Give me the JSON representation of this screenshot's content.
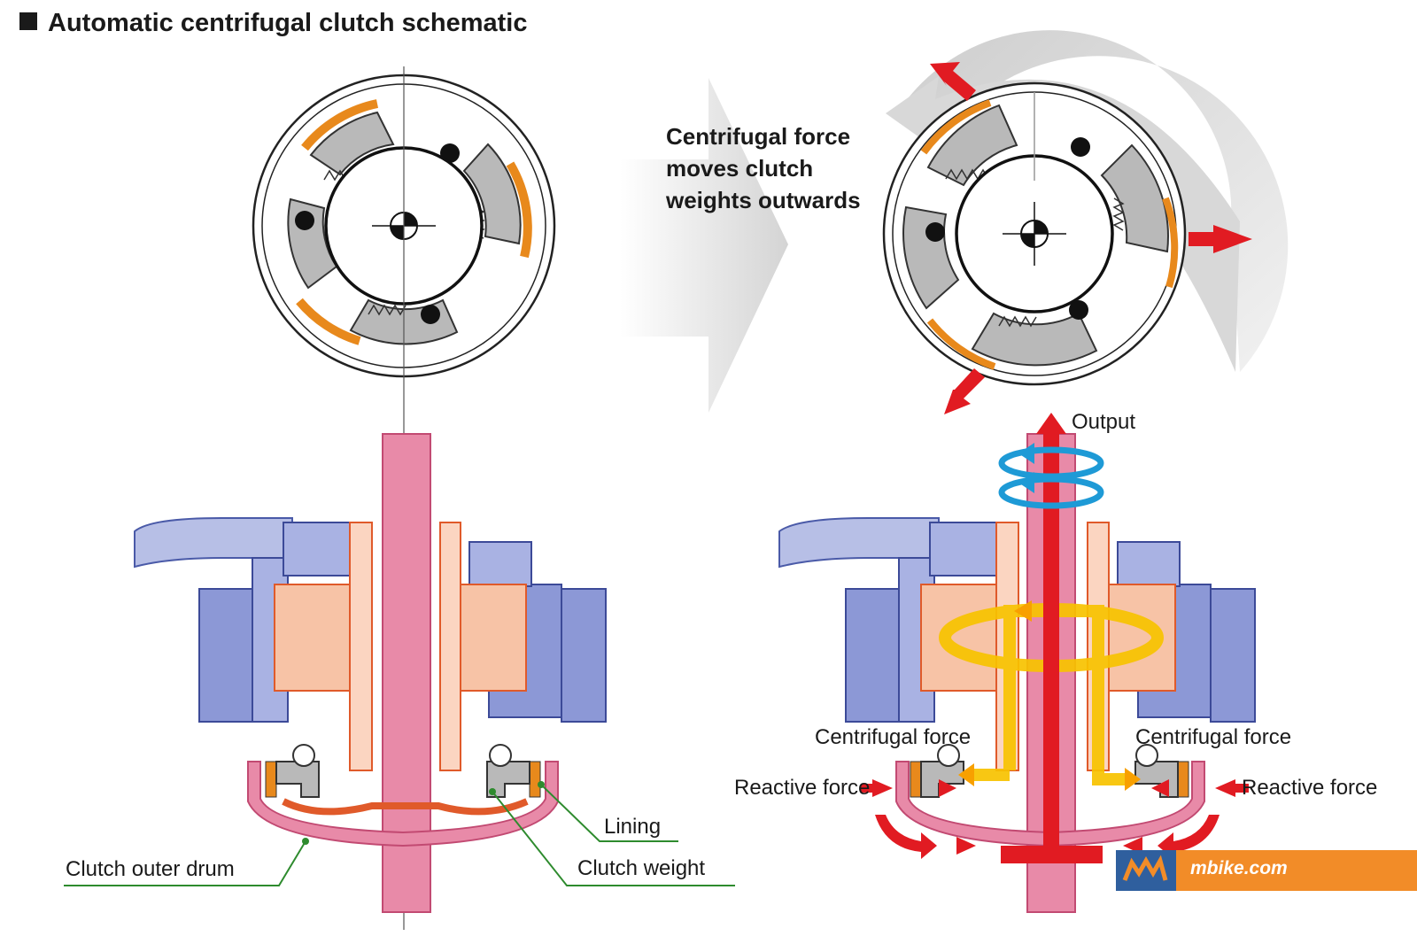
{
  "title": "Automatic centrifugal clutch schematic",
  "top_caption": [
    "Centrifugal force",
    "moves clutch",
    "weights outwards"
  ],
  "labels_left": {
    "lining": "Lining",
    "clutch_weight": "Clutch weight",
    "clutch_outer_drum": "Clutch outer drum"
  },
  "labels_right": {
    "output": "Output",
    "centrifugal_force_left": "Centrifugal force",
    "centrifugal_force_right": "Centrifugal force",
    "reactive_force_left": "Reactive force",
    "reactive_force_right": "Reactive force"
  },
  "logo": {
    "text": "mbike.com"
  },
  "colors": {
    "shaft_pink": "#e88aa8",
    "lining_orange": "#e8891c",
    "weight_gray": "#b9b9b9",
    "stator_blue": "#8c98d6",
    "rotor_salmon": "#f7c3a6",
    "force_red": "#e11b22",
    "rotation_blue": "#1e9ad6",
    "torque_yellow": "#f8c300",
    "logo_orange": "#f28c28",
    "logo_blue": "#2f5f9e"
  }
}
